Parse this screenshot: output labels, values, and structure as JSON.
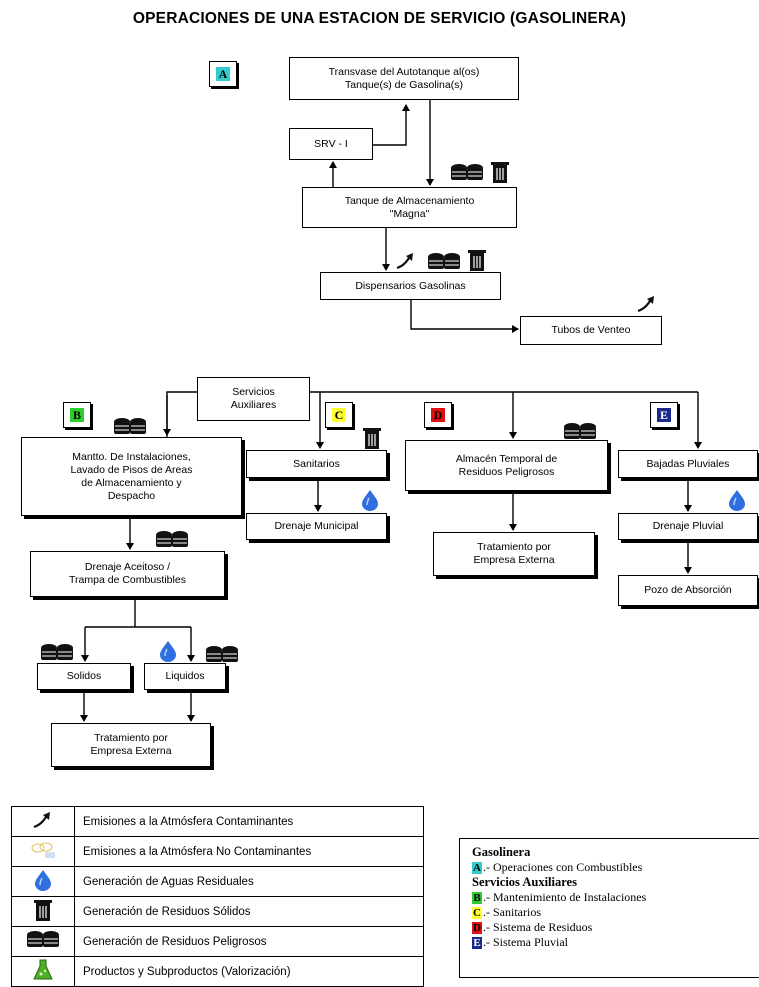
{
  "title": "OPERACIONES DE UNA ESTACION DE SERVICIO (GASOLINERA)",
  "tags": {
    "a": "A",
    "b": "B",
    "c": "C",
    "d": "D",
    "e": "E"
  },
  "nodes": {
    "transvase": "Transvase del Autotanque al(os)\nTanque(s) de Gasolina(s)",
    "srv": "SRV - I",
    "tanque": "Tanque de Almacenamiento\n\"Magna\"",
    "dispensarios": "Dispensarios Gasolinas",
    "tubos": "Tubos de Venteo",
    "servicios": "Servicios\nAuxiliares",
    "mantto": "Mantto. De Instalaciones,\nLavado de Pisos de Areas\nde Almacenamiento y\nDespacho",
    "drenaje_aceitoso": "Drenaje Aceitoso /\nTrampa de Combustibles",
    "solidos": "Solidos",
    "liquidos": "Liquidos",
    "tratamiento_1": "Tratamiento por\nEmpresa Externa",
    "sanitarios": "Sanitarios",
    "drenaje_municipal": "Drenaje Municipal",
    "almacen": "Almacén Temporal de\nResiduos Peligrosos",
    "tratamiento_2": "Tratamiento por\nEmpresa Externa",
    "bajadas": "Bajadas Pluviales",
    "drenaje_pluvial": "Drenaje Pluvial",
    "pozo": "Pozo de Absorción"
  },
  "legend": [
    {
      "icon": "emission-arrow-icon",
      "label": "Emisiones a la Atmósfera Contaminantes"
    },
    {
      "icon": "cloud-icon",
      "label": "Emisiones a la Atmósfera No Contaminantes"
    },
    {
      "icon": "water-drop-icon",
      "label": "Generación de Aguas Residuales"
    },
    {
      "icon": "trash-bin-icon",
      "label": "Generación de Residuos Sólidos"
    },
    {
      "icon": "barrels-icon",
      "label": "Generación de Residuos Peligrosos"
    },
    {
      "icon": "flask-icon",
      "label": "Productos y Subproductos (Valorización)"
    }
  ],
  "key": {
    "gasolinera_heading": "Gasolinera",
    "servicios_heading": "Servicios Auxiliares",
    "items": [
      {
        "letter": "A",
        "text": ".- Operaciones con Combustibles"
      },
      {
        "letter": "B",
        "text": ".- Mantenimiento de Instalaciones"
      },
      {
        "letter": "C",
        "text": ".- Sanitarios"
      },
      {
        "letter": "D",
        "text": ".- Sistema de Residuos"
      },
      {
        "letter": "E",
        "text": ".- Sistema Pluvial"
      }
    ]
  },
  "colors": {
    "a": "#33cccc",
    "b": "#2ecc2e",
    "c": "#ffff33",
    "d": "#e01010",
    "e": "#1a2a8c",
    "drop": "#2f6fe0"
  }
}
